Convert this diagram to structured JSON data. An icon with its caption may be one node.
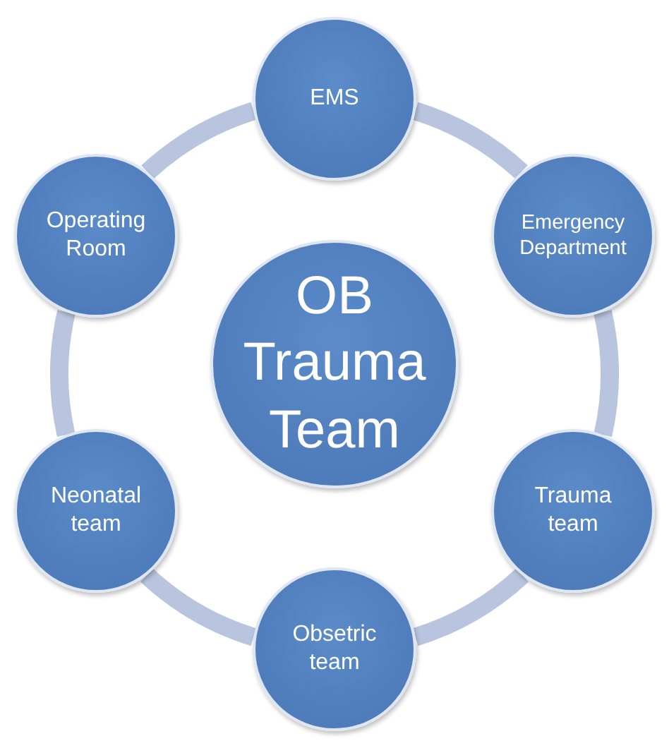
{
  "diagram": {
    "nodes": [
      {
        "text": [
          "EMS"
        ]
      },
      {
        "text": [
          "Emergency Department"
        ]
      },
      {
        "text": [
          "Trauma team"
        ]
      },
      {
        "text": [
          "Obsetric team"
        ]
      },
      {
        "text": [
          "Neonatal team"
        ]
      },
      {
        "text": [
          "Operating Room"
        ]
      },
      {
        "text": [
          "OB Trauma Team"
        ]
      }
    ],
    "edges": [
      {
        "from": 0,
        "to": 1,
        "arrow": "none"
      },
      {
        "from": 1,
        "to": 2,
        "arrow": "none"
      },
      {
        "from": 2,
        "to": 3,
        "arrow": "none"
      },
      {
        "from": 3,
        "to": 4,
        "arrow": "none"
      },
      {
        "from": 4,
        "to": 5,
        "arrow": "none"
      },
      {
        "from": 5,
        "to": 0,
        "arrow": "none"
      }
    ]
  }
}
